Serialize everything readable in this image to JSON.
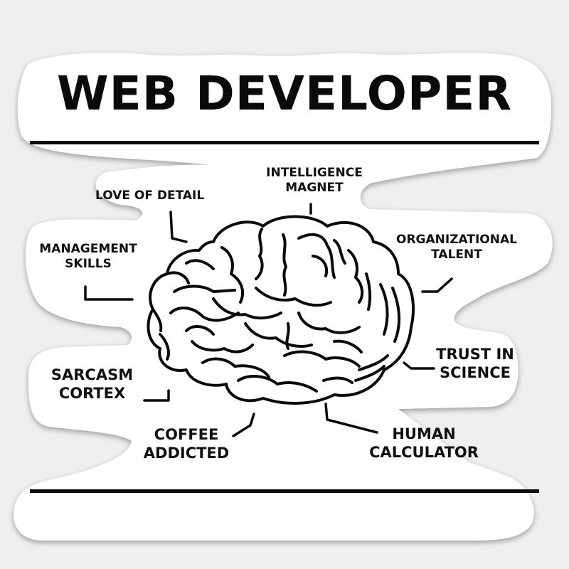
{
  "title": "WEB DEVELOPER",
  "colors": {
    "ink": "#0a0a0a",
    "sticker": "#ffffff",
    "background": "#efefef"
  },
  "brain_icon": "brain-icon",
  "labels": {
    "love_of_detail": {
      "line1": "LOVE OF DETAIL"
    },
    "intelligence_magnet": {
      "line1": "INTELLIGENCE",
      "line2": "MAGNET"
    },
    "management_skills": {
      "line1": "MANAGEMENT",
      "line2": "SKILLS"
    },
    "organizational_talent": {
      "line1": "ORGANIZATIONAL",
      "line2": "TALENT"
    },
    "sarcasm_cortex": {
      "line1": "SARCASM",
      "line2": "CORTEX"
    },
    "trust_in_science": {
      "line1": "TRUST IN",
      "line2": "SCIENCE"
    },
    "coffee_addicted": {
      "line1": "COFFEE",
      "line2": "ADDICTED"
    },
    "human_calculator": {
      "line1": "HUMAN",
      "line2": "CALCULATOR"
    }
  }
}
